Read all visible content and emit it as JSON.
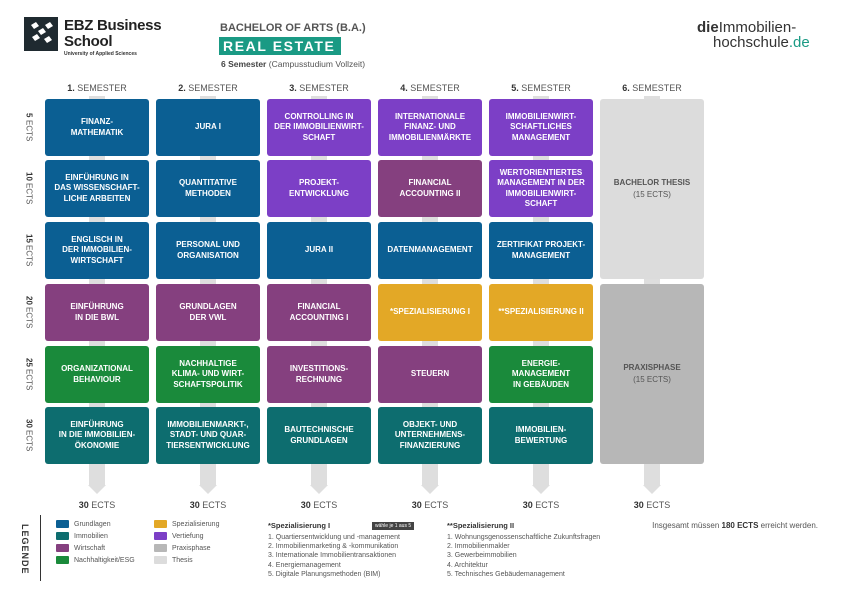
{
  "header": {
    "logo_line1": "EBZ Business",
    "logo_line2": "School",
    "logo_line3": "University of Applied Sciences",
    "degree": "BACHELOR OF ARTS (B.A.)",
    "program": "REAL ESTATE",
    "semesters_bold": "6 Semester",
    "semesters_rest": "(Campusstudium Vollzeit)",
    "site_prefix": "die",
    "site_rest": "Immobilien-",
    "site_line2": "hochschule",
    "site_tld": ".de"
  },
  "semester_word": "SEMESTER",
  "columns": [
    {
      "num": "1.",
      "total": "30"
    },
    {
      "num": "2.",
      "total": "30"
    },
    {
      "num": "3.",
      "total": "30"
    },
    {
      "num": "4.",
      "total": "30"
    },
    {
      "num": "5.",
      "total": "30"
    },
    {
      "num": "6.",
      "total": "30"
    }
  ],
  "ects_word": "ECTS",
  "rows": [
    {
      "num": "5"
    },
    {
      "num": "10"
    },
    {
      "num": "15"
    },
    {
      "num": "20"
    },
    {
      "num": "25"
    },
    {
      "num": "30"
    }
  ],
  "categories": {
    "grundlagen": "#0b5f93",
    "immobilien": "#0d6d6f",
    "wirtschaft": "#85407f",
    "nachhaltigkeit": "#1a8a3b",
    "spezialisierung": "#e3a826",
    "vertiefung": "#7c3fc6",
    "praxisphase": "#b7b7b7",
    "thesis": "#dcdcdc"
  },
  "modules": [
    [
      {
        "label": "FINANZ-\nMATHEMATIK",
        "cat": "grundlagen"
      },
      {
        "label": "EINFÜHRUNG IN\nDAS WISSENSCHAFT-\nLICHE ARBEITEN",
        "cat": "grundlagen"
      },
      {
        "label": "ENGLISCH IN\nDER IMMOBILIEN-\nWIRTSCHAFT",
        "cat": "grundlagen"
      },
      {
        "label": "EINFÜHRUNG\nIN DIE BWL",
        "cat": "wirtschaft"
      },
      {
        "label": "ORGANIZATIONAL\nBEHAVIOUR",
        "cat": "nachhaltigkeit"
      },
      {
        "label": "EINFÜHRUNG\nIN DIE IMMOBILIEN-\nÖKONOMIE",
        "cat": "immobilien"
      }
    ],
    [
      {
        "label": "JURA I",
        "cat": "grundlagen"
      },
      {
        "label": "QUANTITATIVE\nMETHODEN",
        "cat": "grundlagen"
      },
      {
        "label": "PERSONAL UND\nORGANISATION",
        "cat": "grundlagen"
      },
      {
        "label": "GRUNDLAGEN\nDER VWL",
        "cat": "wirtschaft"
      },
      {
        "label": "NACHHALTIGE\nKLIMA- UND WIRT-\nSCHAFTSPOLITIK",
        "cat": "nachhaltigkeit"
      },
      {
        "label": "IMMOBILIENMARKT-,\nSTADT- UND QUAR-\nTIERSENTWICKLUNG",
        "cat": "immobilien"
      }
    ],
    [
      {
        "label": "CONTROLLING IN\nDER IMMOBILIENWIRT-\nSCHAFT",
        "cat": "vertiefung"
      },
      {
        "label": "PROJEKT-\nENTWICKLUNG",
        "cat": "vertiefung"
      },
      {
        "label": "JURA II",
        "cat": "grundlagen"
      },
      {
        "label": "FINANCIAL\nACCOUNTING I",
        "cat": "wirtschaft"
      },
      {
        "label": "INVESTITIONS-\nRECHNUNG",
        "cat": "wirtschaft"
      },
      {
        "label": "BAUTECHNISCHE\nGRUNDLAGEN",
        "cat": "immobilien"
      }
    ],
    [
      {
        "label": "INTERNATIONALE\nFINANZ- UND\nIMMOBILIENMÄRKTE",
        "cat": "vertiefung"
      },
      {
        "label": "FINANCIAL\nACCOUNTING II",
        "cat": "wirtschaft"
      },
      {
        "label": "DATENMANAGEMENT",
        "cat": "grundlagen"
      },
      {
        "label": "*SPEZIALISIERUNG I",
        "cat": "spezialisierung"
      },
      {
        "label": "STEUERN",
        "cat": "wirtschaft"
      },
      {
        "label": "OBJEKT- UND\nUNTERNEHMENS-\nFINANZIERUNG",
        "cat": "immobilien"
      }
    ],
    [
      {
        "label": "IMMOBILIENWIRT-\nSCHAFTLICHES\nMANAGEMENT",
        "cat": "vertiefung"
      },
      {
        "label": "WERTORIENTIERTES\nMANAGEMENT IN DER\nIMMOBILIENWIRT-\nSCHAFT",
        "cat": "vertiefung"
      },
      {
        "label": "ZERTIFIKAT PROJEKT-\nMANAGEMENT",
        "cat": "grundlagen"
      },
      {
        "label": "**SPEZIALISIERUNG II",
        "cat": "spezialisierung"
      },
      {
        "label": "ENERGIE-\nMANAGEMENT\nIN GEBÄUDEN",
        "cat": "nachhaltigkeit"
      },
      {
        "label": "IMMOBILIEN-\nBEWERTUNG",
        "cat": "immobilien"
      }
    ]
  ],
  "thesis": {
    "label": "BACHELOR THESIS",
    "sub": "(15 ECTS)"
  },
  "praxis": {
    "label": "PRAXISPHASE",
    "sub": "(15 ECTS)"
  },
  "legend": {
    "title": "LEGENDE",
    "items": [
      {
        "label": "Grundlagen",
        "cat": "grundlagen"
      },
      {
        "label": "Immobilien",
        "cat": "immobilien"
      },
      {
        "label": "Wirtschaft",
        "cat": "wirtschaft"
      },
      {
        "label": "Nachhaltigkeit/ESG",
        "cat": "nachhaltigkeit"
      },
      {
        "label": "Spezialisierung",
        "cat": "spezialisierung"
      },
      {
        "label": "Vertiefung",
        "cat": "vertiefung"
      },
      {
        "label": "Praxisphase",
        "cat": "praxisphase"
      },
      {
        "label": "Thesis",
        "cat": "thesis"
      }
    ]
  },
  "spec1": {
    "title": "*Spezialisierung I",
    "badge": "wähle je 1 aus 5",
    "items": [
      "1. Quartiersentwicklung und -management",
      "2. Immobilienmarketing & -kommunikation",
      "3. Internationale Immobilientransaktionen",
      "4. Energiemanagement",
      "5. Digitale Planungsmethoden (BIM)"
    ]
  },
  "spec2": {
    "title": "**Spezialisierung II",
    "items": [
      "1. Wohnungsgenossenschaftliche Zukunftsfragen",
      "2. Immobilienmakler",
      "3. Gewerbeimmobilien",
      "4. Architektur",
      "5. Technisches Gebäudemanagement"
    ]
  },
  "note": {
    "pre": "Insgesamt müssen",
    "bold": "180 ECTS",
    "post": "erreicht werden."
  }
}
